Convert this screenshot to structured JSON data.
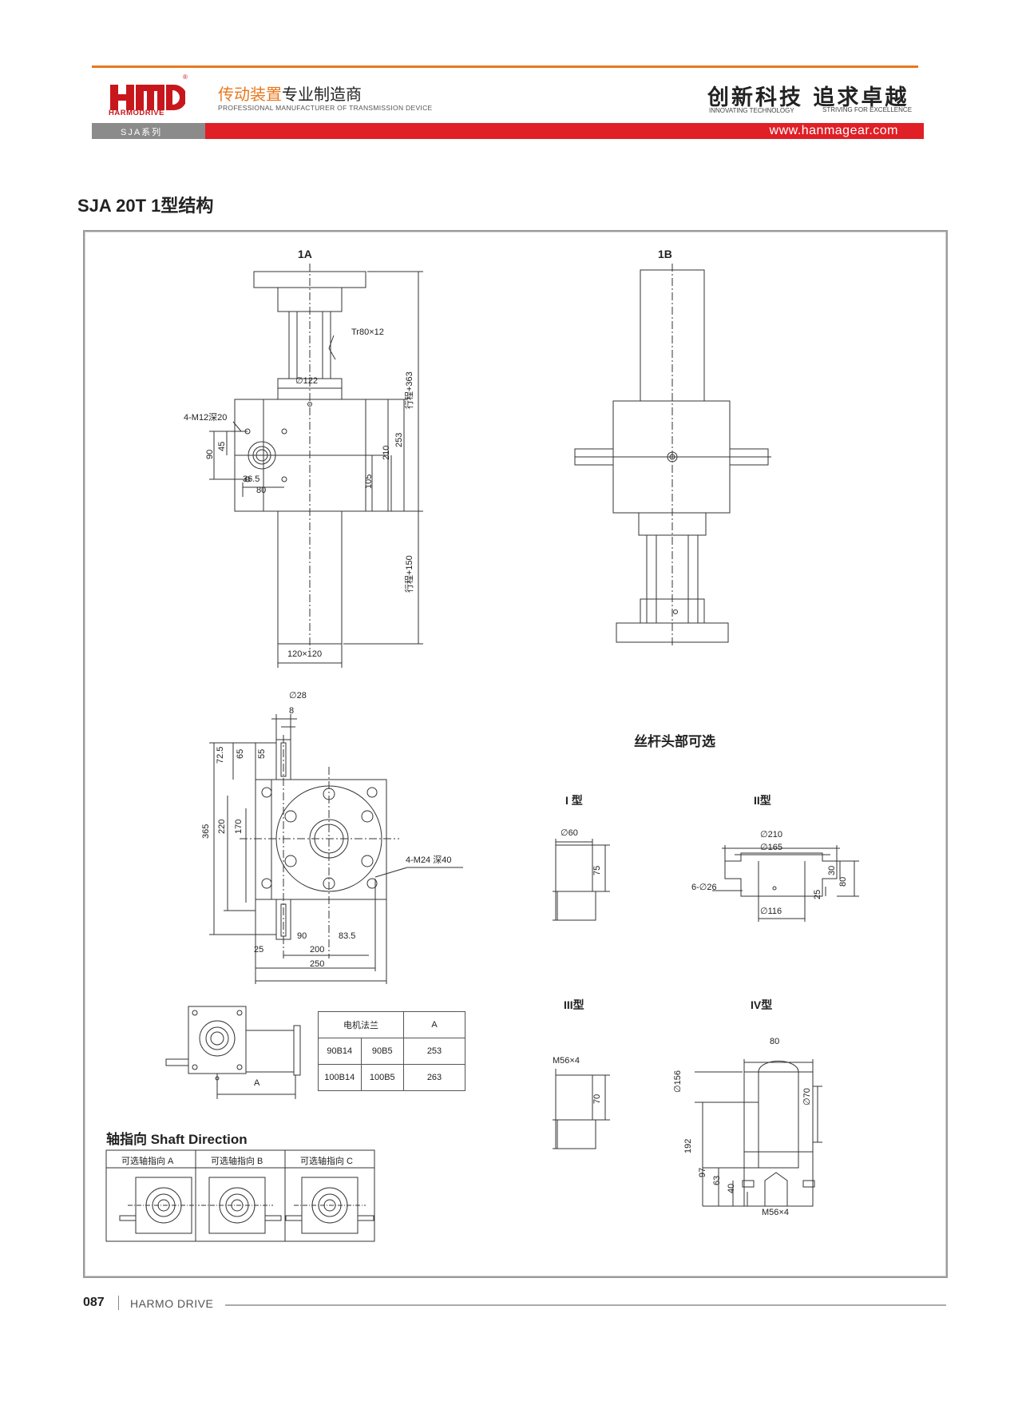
{
  "header": {
    "logo_text": "HARMODRIVE",
    "reg_mark": "®",
    "tagline_cn_a": "传动装置",
    "tagline_cn_b": "专业制造商",
    "tagline_en": "PROFESSIONAL MANUFACTURER OF TRANSMISSION DEVICE",
    "motto_cn": "创新科技  追求卓越",
    "motto_en_1": "INNOVATING TECHNOLOGY",
    "motto_en_2": "STRIVING FOR EXCELLENCE",
    "series": "SJA系列",
    "website": "www.hanmagear.com",
    "colors": {
      "orange": "#e8781e",
      "red": "#e01f26",
      "grey": "#8b8b8b"
    }
  },
  "title": "SJA 20T 1型结构",
  "views": {
    "view_1a": "1A",
    "view_1b": "1B",
    "screw_head_title": "丝杆头部可选",
    "type_1": "I 型",
    "type_2": "II型",
    "type_3": "III型",
    "type_4": "IV型",
    "shaft_title": "轴指向 Shaft Direction"
  },
  "dims_1a": {
    "tr": "Tr80×12",
    "d122": "∅122",
    "m12": "4-M12深20",
    "v90": "90",
    "v45": "45",
    "h365": "36.5",
    "h80": "80",
    "v105": "105",
    "v210": "210",
    "v253": "253",
    "stroke_up": "行程+363",
    "stroke_down": "行程+150",
    "sq": "120×120"
  },
  "dims_front": {
    "d28": "∅28",
    "w8": "8",
    "v72": "72.5",
    "v65": "65",
    "v55": "55",
    "v365": "365",
    "v220": "220",
    "v170": "170",
    "m24": "4-M24 深40",
    "h90": "90",
    "h835": "83.5",
    "h25": "25",
    "h200": "200",
    "h250": "250",
    "a_label": "A"
  },
  "dims_types": {
    "t1_d60": "∅60",
    "t1_75": "75",
    "t2_d210": "∅210",
    "t2_d165": "∅165",
    "t2_6d26": "6-∅26",
    "t2_d116": "∅116",
    "t2_30": "30",
    "t2_80": "80",
    "t2_25": "25",
    "t3_m56": "M56×4",
    "t3_70": "70",
    "t4_80": "80",
    "t4_d156": "∅156",
    "t4_d70": "∅70",
    "t4_192": "192",
    "t4_97": "97",
    "t4_63": "63",
    "t4_40": "40",
    "t4_m56": "M56×4"
  },
  "motor_table": {
    "head_flange": "电机法兰",
    "head_a": "A",
    "rows": [
      {
        "f1": "90B14",
        "f2": "90B5",
        "a": "253"
      },
      {
        "f1": "100B14",
        "f2": "100B5",
        "a": "263"
      }
    ]
  },
  "shaft_options": [
    "可选轴指向 A",
    "可选轴指向 B",
    "可选轴指向 C"
  ],
  "footer": {
    "page": "087",
    "brand": "HARMO DRIVE"
  }
}
